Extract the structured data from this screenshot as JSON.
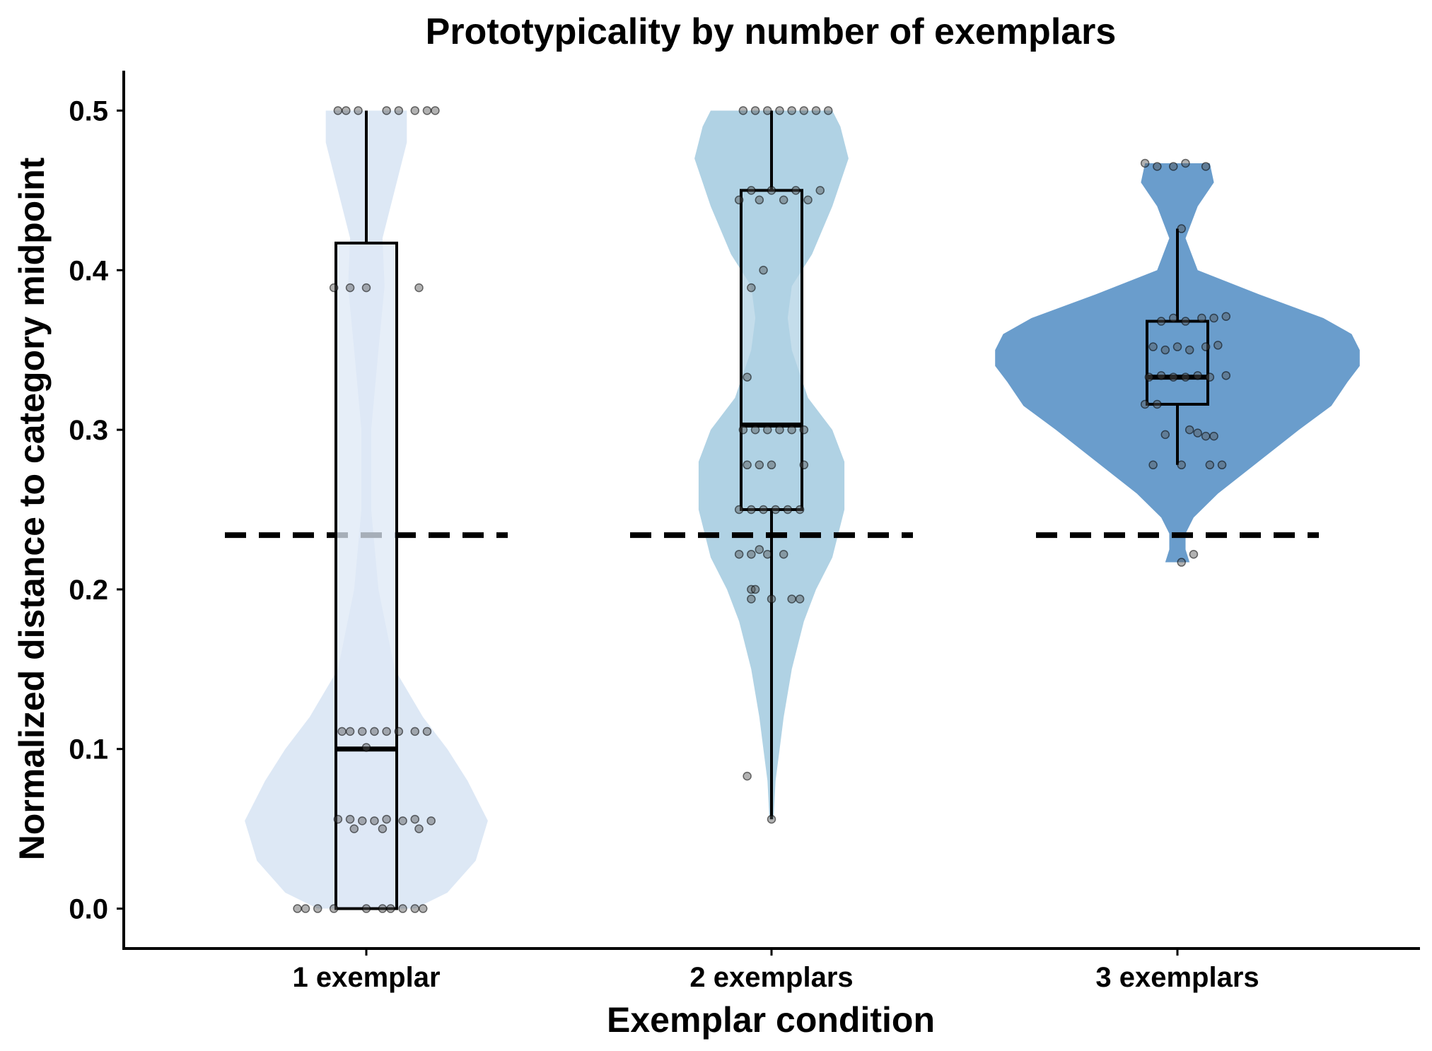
{
  "chart_data": {
    "type": "violin",
    "title": "Prototypicality by number of exemplars",
    "xlabel": "Exemplar condition",
    "ylabel": "Normalized distance to category midpoint",
    "categories": [
      "1 exemplar",
      "2 exemplars",
      "3 exemplars"
    ],
    "ylim": [
      -0.025,
      0.525
    ],
    "yticks": [
      0.0,
      0.1,
      0.2,
      0.3,
      0.4,
      0.5
    ],
    "ytick_labels": [
      "0.0",
      "0.1",
      "0.2",
      "0.3",
      "0.4",
      "0.5"
    ],
    "reference_line": {
      "y": 0.234,
      "style": "dashed",
      "color": "#000000"
    },
    "grid": false,
    "legend": "none",
    "groups": [
      {
        "category": "1 exemplar",
        "color": "#dde8f5",
        "box": {
          "whislo": 0.0,
          "q1": 0.0,
          "median": 0.1,
          "q3": 0.417,
          "whishi": 0.5
        },
        "violin": {
          "ymin": 0.0,
          "ymax": 0.5,
          "y": [
            0.0,
            0.01,
            0.03,
            0.055,
            0.08,
            0.1,
            0.12,
            0.15,
            0.2,
            0.25,
            0.3,
            0.35,
            0.39,
            0.42,
            0.45,
            0.48,
            0.5
          ],
          "halfwidth": [
            0.12,
            0.2,
            0.27,
            0.3,
            0.25,
            0.2,
            0.14,
            0.07,
            0.03,
            0.012,
            0.012,
            0.03,
            0.045,
            0.04,
            0.07,
            0.1,
            0.1
          ]
        },
        "points": [
          {
            "x": -0.07,
            "y": 0.5
          },
          {
            "x": -0.05,
            "y": 0.5
          },
          {
            "x": -0.02,
            "y": 0.5
          },
          {
            "x": 0.05,
            "y": 0.5
          },
          {
            "x": 0.08,
            "y": 0.5
          },
          {
            "x": 0.12,
            "y": 0.5
          },
          {
            "x": 0.15,
            "y": 0.5
          },
          {
            "x": 0.17,
            "y": 0.5
          },
          {
            "x": -0.08,
            "y": 0.389
          },
          {
            "x": -0.04,
            "y": 0.389
          },
          {
            "x": 0.0,
            "y": 0.389
          },
          {
            "x": 0.13,
            "y": 0.389
          },
          {
            "x": -0.06,
            "y": 0.111
          },
          {
            "x": -0.04,
            "y": 0.111
          },
          {
            "x": -0.01,
            "y": 0.111
          },
          {
            "x": 0.02,
            "y": 0.111
          },
          {
            "x": 0.05,
            "y": 0.111
          },
          {
            "x": 0.08,
            "y": 0.111
          },
          {
            "x": 0.12,
            "y": 0.111
          },
          {
            "x": 0.15,
            "y": 0.111
          },
          {
            "x": -0.07,
            "y": 0.056
          },
          {
            "x": -0.04,
            "y": 0.056
          },
          {
            "x": -0.01,
            "y": 0.055
          },
          {
            "x": 0.02,
            "y": 0.055
          },
          {
            "x": 0.05,
            "y": 0.056
          },
          {
            "x": 0.09,
            "y": 0.055
          },
          {
            "x": 0.12,
            "y": 0.056
          },
          {
            "x": 0.16,
            "y": 0.055
          },
          {
            "x": -0.03,
            "y": 0.05
          },
          {
            "x": 0.04,
            "y": 0.05
          },
          {
            "x": 0.13,
            "y": 0.05
          },
          {
            "x": 0.0,
            "y": 0.101
          },
          {
            "x": -0.17,
            "y": 0.0
          },
          {
            "x": -0.15,
            "y": 0.0
          },
          {
            "x": -0.12,
            "y": 0.0
          },
          {
            "x": -0.08,
            "y": 0.0
          },
          {
            "x": 0.0,
            "y": 0.0
          },
          {
            "x": 0.04,
            "y": 0.0
          },
          {
            "x": 0.09,
            "y": 0.0
          },
          {
            "x": 0.12,
            "y": 0.0
          },
          {
            "x": 0.14,
            "y": 0.0
          },
          {
            "x": 0.06,
            "y": 0.0
          }
        ]
      },
      {
        "category": "2 exemplars",
        "color": "#b0d2e4",
        "box": {
          "whislo": 0.056,
          "q1": 0.25,
          "median": 0.303,
          "q3": 0.45,
          "whishi": 0.5
        },
        "violin": {
          "ymin": 0.056,
          "ymax": 0.5,
          "y": [
            0.056,
            0.08,
            0.1,
            0.12,
            0.15,
            0.18,
            0.2,
            0.22,
            0.25,
            0.28,
            0.3,
            0.32,
            0.35,
            0.37,
            0.39,
            0.41,
            0.44,
            0.47,
            0.49,
            0.5
          ],
          "halfwidth": [
            0.005,
            0.01,
            0.02,
            0.03,
            0.05,
            0.08,
            0.11,
            0.15,
            0.18,
            0.18,
            0.15,
            0.09,
            0.05,
            0.04,
            0.05,
            0.1,
            0.15,
            0.19,
            0.17,
            0.15
          ]
        },
        "points": [
          {
            "x": -0.07,
            "y": 0.5
          },
          {
            "x": -0.04,
            "y": 0.5
          },
          {
            "x": -0.01,
            "y": 0.5
          },
          {
            "x": 0.02,
            "y": 0.5
          },
          {
            "x": 0.05,
            "y": 0.5
          },
          {
            "x": 0.08,
            "y": 0.5
          },
          {
            "x": 0.11,
            "y": 0.5
          },
          {
            "x": 0.14,
            "y": 0.5
          },
          {
            "x": -0.08,
            "y": 0.444
          },
          {
            "x": -0.05,
            "y": 0.45
          },
          {
            "x": -0.03,
            "y": 0.444
          },
          {
            "x": 0.0,
            "y": 0.45
          },
          {
            "x": 0.03,
            "y": 0.444
          },
          {
            "x": 0.06,
            "y": 0.45
          },
          {
            "x": 0.09,
            "y": 0.444
          },
          {
            "x": 0.12,
            "y": 0.45
          },
          {
            "x": -0.02,
            "y": 0.4
          },
          {
            "x": -0.05,
            "y": 0.389
          },
          {
            "x": -0.06,
            "y": 0.333
          },
          {
            "x": -0.07,
            "y": 0.3
          },
          {
            "x": -0.04,
            "y": 0.3
          },
          {
            "x": -0.01,
            "y": 0.3
          },
          {
            "x": 0.02,
            "y": 0.3
          },
          {
            "x": 0.05,
            "y": 0.3
          },
          {
            "x": 0.08,
            "y": 0.3
          },
          {
            "x": -0.06,
            "y": 0.278
          },
          {
            "x": -0.03,
            "y": 0.278
          },
          {
            "x": 0.0,
            "y": 0.278
          },
          {
            "x": 0.08,
            "y": 0.278
          },
          {
            "x": -0.08,
            "y": 0.25
          },
          {
            "x": -0.05,
            "y": 0.25
          },
          {
            "x": -0.02,
            "y": 0.25
          },
          {
            "x": 0.01,
            "y": 0.25
          },
          {
            "x": 0.04,
            "y": 0.25
          },
          {
            "x": 0.07,
            "y": 0.25
          },
          {
            "x": -0.08,
            "y": 0.222
          },
          {
            "x": -0.05,
            "y": 0.222
          },
          {
            "x": -0.03,
            "y": 0.225
          },
          {
            "x": -0.01,
            "y": 0.222
          },
          {
            "x": 0.03,
            "y": 0.222
          },
          {
            "x": -0.05,
            "y": 0.2
          },
          {
            "x": -0.04,
            "y": 0.2
          },
          {
            "x": -0.05,
            "y": 0.194
          },
          {
            "x": 0.0,
            "y": 0.194
          },
          {
            "x": 0.05,
            "y": 0.194
          },
          {
            "x": 0.07,
            "y": 0.194
          },
          {
            "x": -0.06,
            "y": 0.083
          },
          {
            "x": 0.0,
            "y": 0.056
          }
        ]
      },
      {
        "category": "3 exemplars",
        "color": "#6a9dcc",
        "box": {
          "whislo": 0.278,
          "q1": 0.316,
          "median": 0.333,
          "q3": 0.368,
          "whishi": 0.426
        },
        "violin": {
          "ymin": 0.217,
          "ymax": 0.467,
          "y": [
            0.217,
            0.225,
            0.235,
            0.245,
            0.26,
            0.28,
            0.3,
            0.315,
            0.33,
            0.34,
            0.35,
            0.36,
            0.37,
            0.385,
            0.4,
            0.42,
            0.44,
            0.455,
            0.467
          ],
          "halfwidth": [
            0.03,
            0.02,
            0.02,
            0.04,
            0.1,
            0.2,
            0.3,
            0.38,
            0.42,
            0.45,
            0.45,
            0.43,
            0.36,
            0.2,
            0.05,
            0.02,
            0.05,
            0.09,
            0.08
          ]
        },
        "points": [
          {
            "x": -0.08,
            "y": 0.467
          },
          {
            "x": -0.05,
            "y": 0.465
          },
          {
            "x": -0.01,
            "y": 0.465
          },
          {
            "x": 0.02,
            "y": 0.467
          },
          {
            "x": 0.07,
            "y": 0.465
          },
          {
            "x": 0.01,
            "y": 0.426
          },
          {
            "x": -0.04,
            "y": 0.368
          },
          {
            "x": -0.01,
            "y": 0.37
          },
          {
            "x": 0.02,
            "y": 0.368
          },
          {
            "x": 0.06,
            "y": 0.37
          },
          {
            "x": 0.09,
            "y": 0.37
          },
          {
            "x": 0.12,
            "y": 0.371
          },
          {
            "x": -0.06,
            "y": 0.352
          },
          {
            "x": -0.03,
            "y": 0.35
          },
          {
            "x": 0.0,
            "y": 0.352
          },
          {
            "x": 0.03,
            "y": 0.35
          },
          {
            "x": 0.07,
            "y": 0.352
          },
          {
            "x": 0.1,
            "y": 0.353
          },
          {
            "x": -0.07,
            "y": 0.333
          },
          {
            "x": -0.04,
            "y": 0.334
          },
          {
            "x": -0.01,
            "y": 0.333
          },
          {
            "x": 0.02,
            "y": 0.333
          },
          {
            "x": 0.05,
            "y": 0.334
          },
          {
            "x": 0.08,
            "y": 0.333
          },
          {
            "x": 0.12,
            "y": 0.334
          },
          {
            "x": -0.08,
            "y": 0.316
          },
          {
            "x": -0.05,
            "y": 0.316
          },
          {
            "x": -0.03,
            "y": 0.297
          },
          {
            "x": 0.03,
            "y": 0.3
          },
          {
            "x": 0.05,
            "y": 0.298
          },
          {
            "x": 0.07,
            "y": 0.296
          },
          {
            "x": 0.09,
            "y": 0.296
          },
          {
            "x": -0.06,
            "y": 0.278
          },
          {
            "x": 0.01,
            "y": 0.278
          },
          {
            "x": 0.08,
            "y": 0.278
          },
          {
            "x": 0.11,
            "y": 0.278
          },
          {
            "x": 0.04,
            "y": 0.222
          },
          {
            "x": 0.01,
            "y": 0.217
          }
        ]
      }
    ]
  }
}
